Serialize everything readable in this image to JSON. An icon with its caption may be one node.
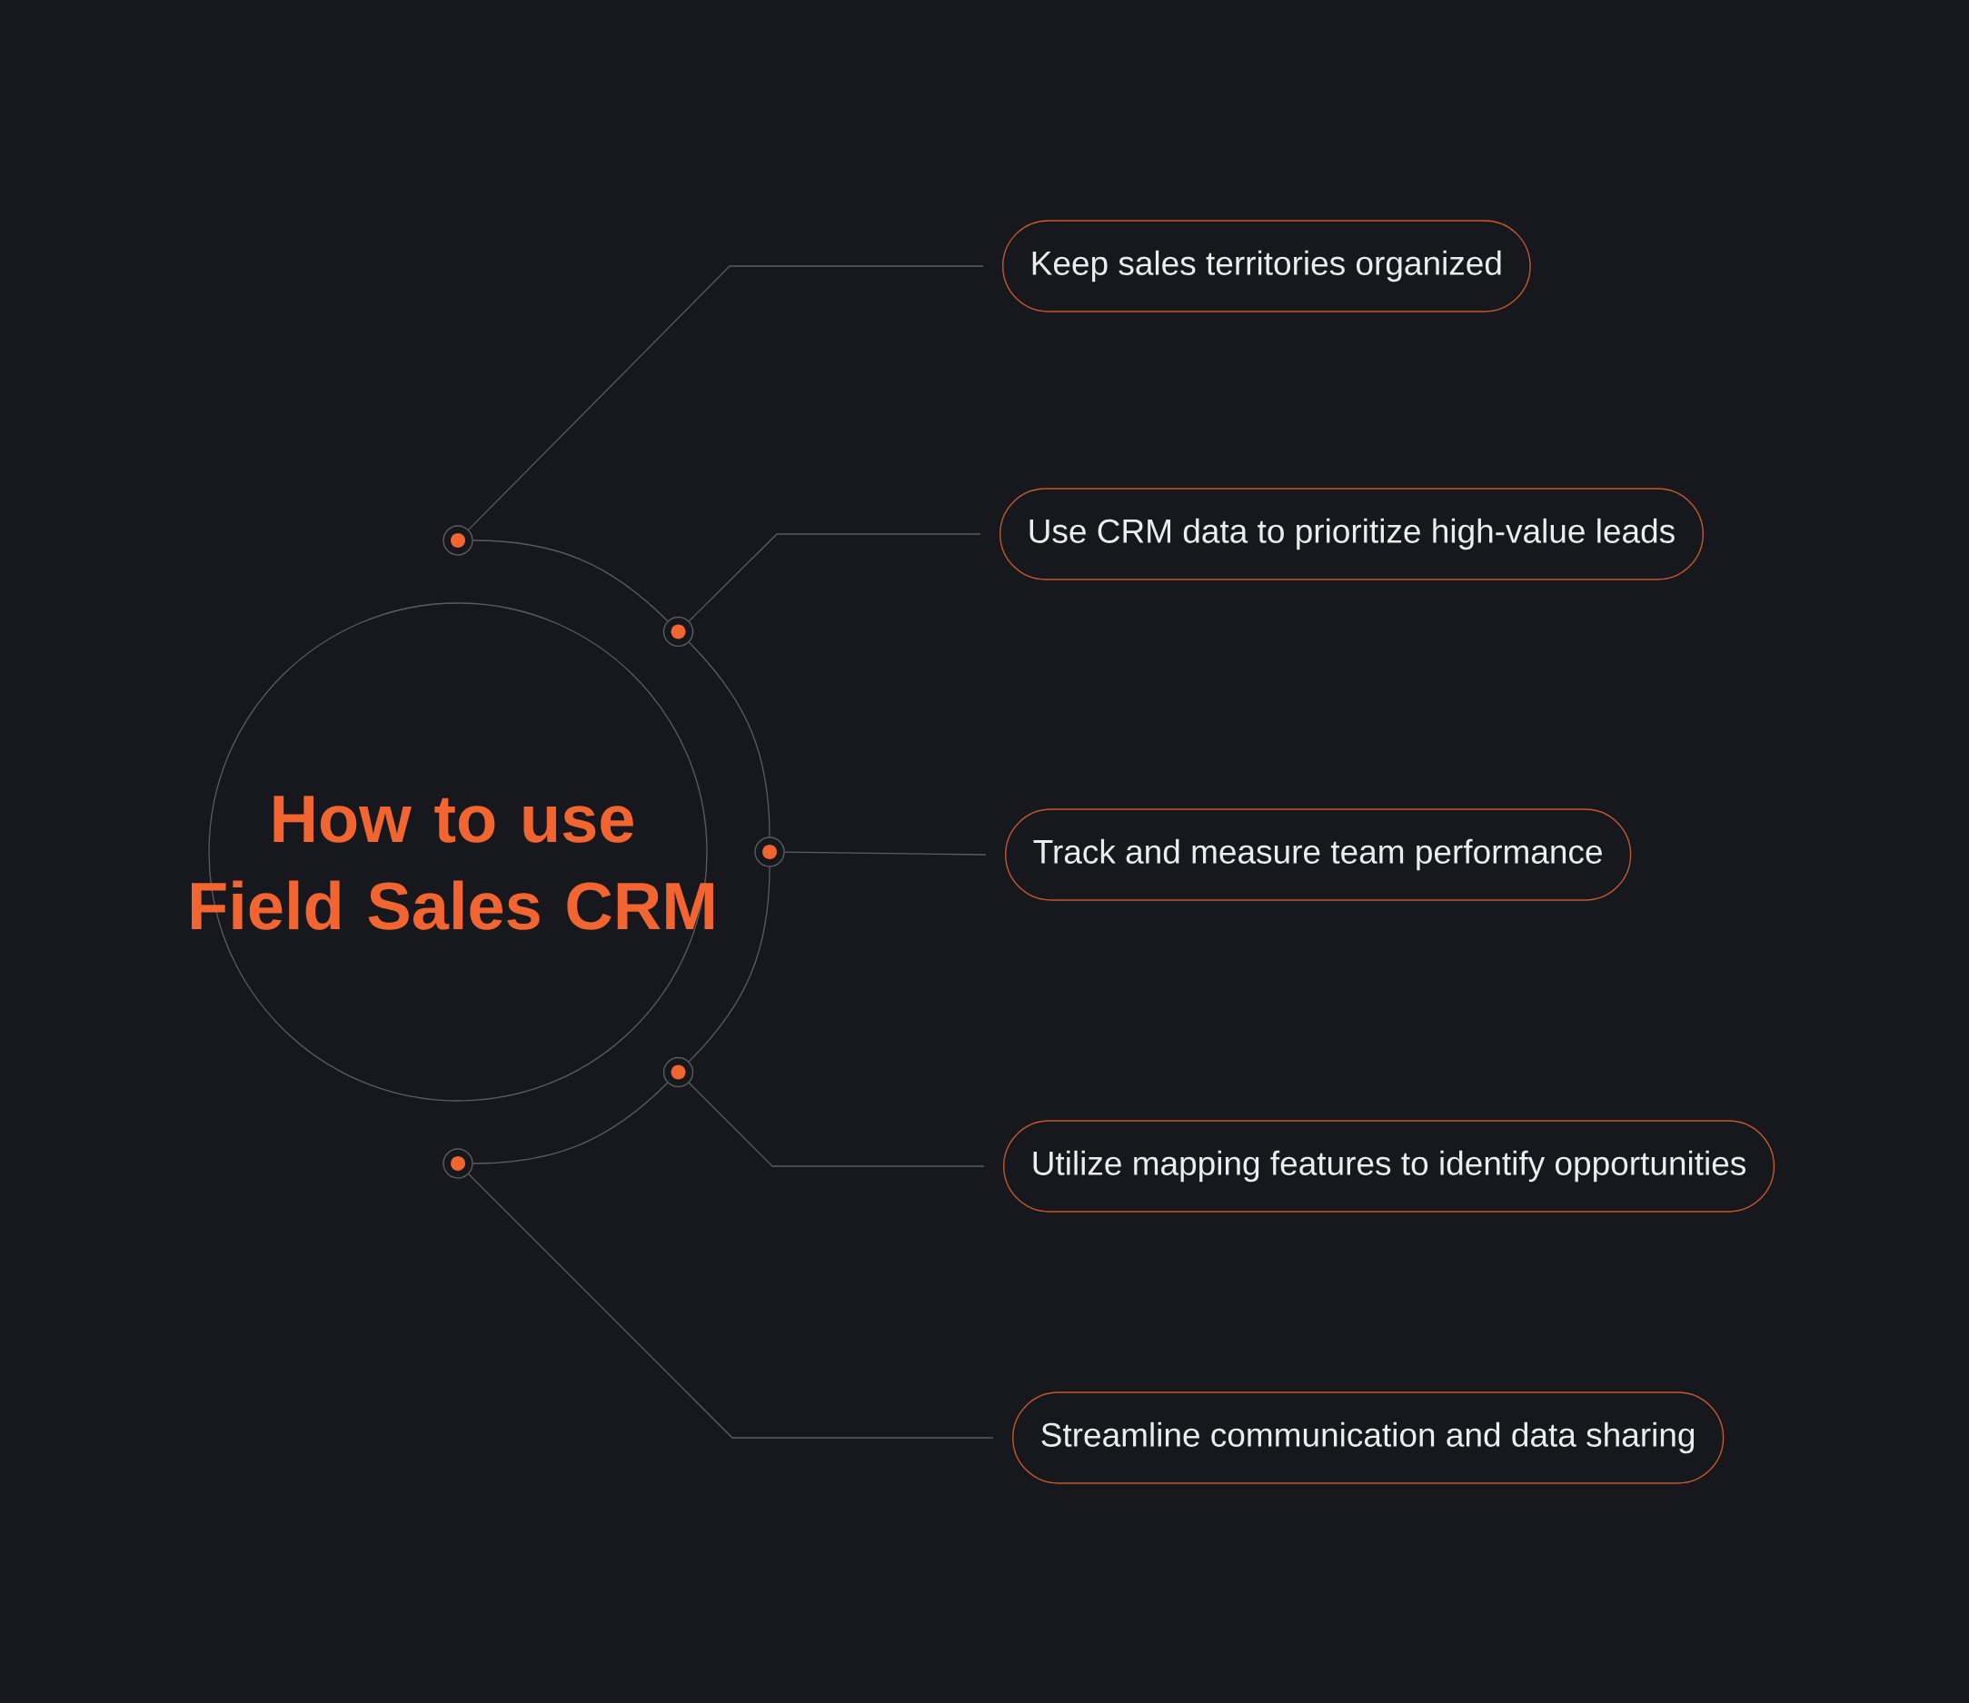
{
  "diagram": {
    "nodes": [
      {
        "text": [
          "How to use Field Sales CRM"
        ]
      },
      {
        "text": [],
        "shape": "circle"
      },
      {
        "text": [],
        "shape": "circle"
      },
      {
        "text": [],
        "shape": "circle"
      },
      {
        "text": [],
        "shape": "circle"
      },
      {
        "text": [],
        "shape": "circle"
      },
      {
        "text": [
          "Keep sales territories organized"
        ]
      },
      {
        "text": [
          "Use CRM data to prioritize high-value leads"
        ]
      },
      {
        "text": [
          "Track and measure team performance"
        ]
      },
      {
        "text": [
          "Utilize mapping features to identify opportunities"
        ]
      },
      {
        "text": [
          "Streamline communication and data sharing"
        ]
      }
    ],
    "edges": [
      {
        "from": 1,
        "to": 6,
        "arrow": "none"
      },
      {
        "from": 2,
        "to": 7,
        "arrow": "none"
      },
      {
        "from": 3,
        "to": 8,
        "arrow": "none"
      },
      {
        "from": 4,
        "to": 9,
        "arrow": "none"
      },
      {
        "from": 5,
        "to": 10,
        "arrow": "none"
      },
      {
        "from": 1,
        "to": 2,
        "arrow": "none"
      },
      {
        "from": 2,
        "to": 3,
        "arrow": "none"
      },
      {
        "from": 3,
        "to": 4,
        "arrow": "none"
      },
      {
        "from": 4,
        "to": 5,
        "arrow": "none"
      }
    ]
  }
}
